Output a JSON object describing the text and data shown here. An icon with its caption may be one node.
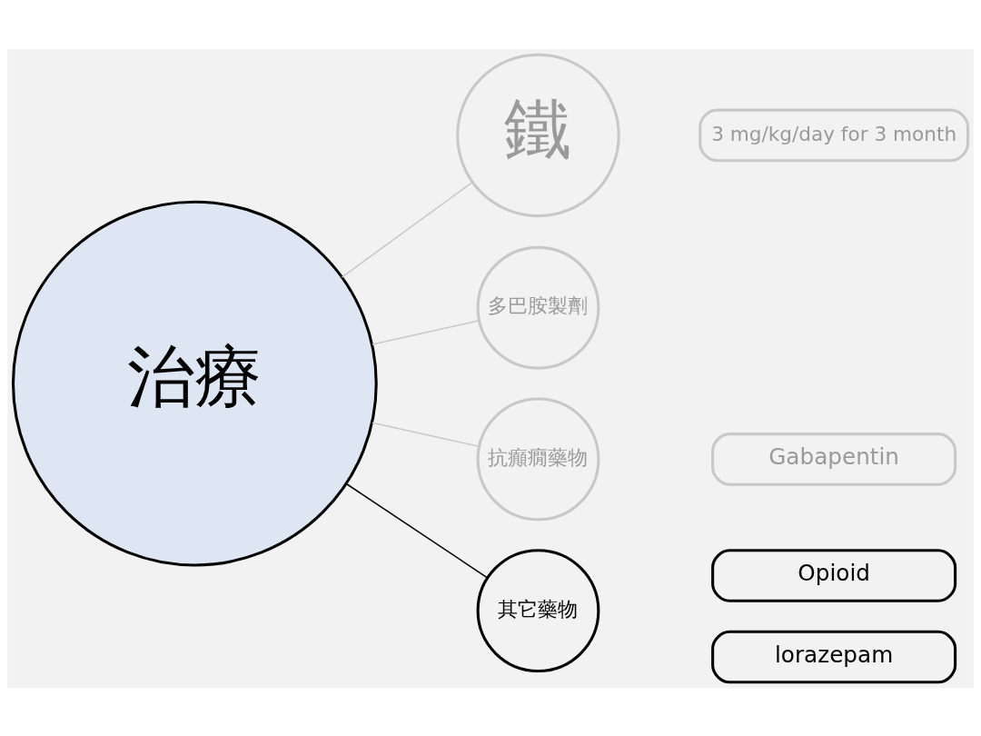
{
  "diagram": {
    "nodes": [
      {
        "text": [
          "治療"
        ]
      },
      {
        "text": [
          "鐵"
        ]
      },
      {
        "text": [
          "多巴胺製劑"
        ]
      },
      {
        "text": [
          "抗癲癇藥物"
        ]
      },
      {
        "text": [
          "其它藥物"
        ]
      },
      {
        "text": [
          "3 mg/kg/day for 3 month"
        ]
      },
      {
        "text": [
          "Gabapentin"
        ]
      },
      {
        "text": [
          "Opioid"
        ]
      },
      {
        "text": [
          "lorazepam"
        ]
      }
    ],
    "edges": [
      {
        "from": 0,
        "to": 1,
        "arrow": "none"
      },
      {
        "from": 0,
        "to": 2,
        "arrow": "none"
      },
      {
        "from": 0,
        "to": 3,
        "arrow": "none"
      },
      {
        "from": 0,
        "to": 4,
        "arrow": "none",
        "color": "#000000"
      }
    ]
  }
}
